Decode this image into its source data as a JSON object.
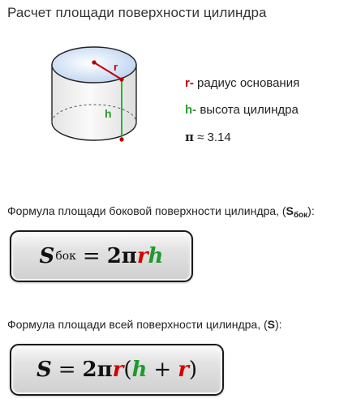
{
  "page": {
    "title": "Расчет площади поверхности цилиндра"
  },
  "diagram": {
    "r_label": "r",
    "h_label": "h"
  },
  "legend": {
    "r_symbol": "r-",
    "r_text": " радиус основания",
    "h_symbol": "h-",
    "h_text": " высота цилиндра",
    "pi_symbol": "π",
    "pi_text": " ≈ 3.14"
  },
  "lateral": {
    "label_prefix": "Формула площади боковой поверхности цилиндра, (",
    "label_symbol": "S",
    "label_sub": "бок",
    "label_suffix": "):",
    "formula": {
      "S": "S",
      "sub": "бок",
      "eq": "=",
      "coef": "2π",
      "r": "r",
      "h": "h"
    }
  },
  "total": {
    "label_prefix": "Формула площади всей поверхности цилиндра, (",
    "label_symbol": "S",
    "label_suffix": "):",
    "formula": {
      "S": "S",
      "eq": "=",
      "coef": "2π",
      "r": "r",
      "lparen": "(",
      "h": "h",
      "plus": "+",
      "r2": "r",
      "rparen": ")"
    }
  },
  "colors": {
    "radius": "#d40000",
    "height": "#1e9a2e",
    "top_fill": "#cfe0f5"
  }
}
